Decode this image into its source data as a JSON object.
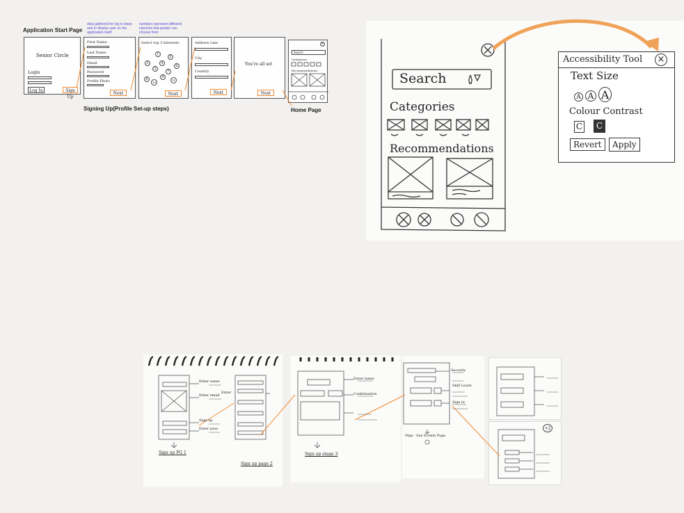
{
  "flow": {
    "start_label": "Application Start Page",
    "signup_label": "Signing Up(Profile Set-up steps)",
    "home_label": "Home Page",
    "note_login": "data gathered for log in steps and to display user on the application itself",
    "note_interests": "numbers represent different interests that people can choose from",
    "start": {
      "app_name": "Senior Circle",
      "login": "Login",
      "login_btn": "Log In",
      "signup_btn": "Sign Up"
    },
    "step1": {
      "fields": [
        "First Name",
        "Last Name",
        "Email",
        "Password",
        "Profile Photo"
      ],
      "next": "Next"
    },
    "step2": {
      "title": "Select top 3 Interests",
      "numbers": [
        "1",
        "2",
        "3",
        "4",
        "5",
        "6",
        "7",
        "8",
        "9",
        "10",
        "11"
      ],
      "next": "Next"
    },
    "step3": {
      "fields": [
        "Address Line",
        "City",
        "Country"
      ],
      "next": "Next"
    },
    "step4": {
      "title": "You're all set",
      "next": "Next"
    },
    "home_small": {
      "search": "Search",
      "categories": "Categories",
      "recommendations": "Recommendations"
    }
  },
  "home": {
    "search": "Search",
    "categories": "Categories",
    "recommendations": "Recommendations"
  },
  "accessibility": {
    "title": "Accessibility Tool",
    "text_size": "Text Size",
    "sizes": [
      "A",
      "A",
      "A"
    ],
    "colour_contrast": "Colour Contrast",
    "contrast_light": "C",
    "contrast_dark": "C",
    "revert": "Revert",
    "apply": "Apply"
  },
  "sketches": {
    "s1": {
      "ann": [
        "Enter name",
        "Enter email",
        "Sign up",
        "Enter pass"
      ],
      "caption": "Sign up PG 1"
    },
    "s2": {
      "caption": "Sign up page 2",
      "ann": [
        "Enter"
      ]
    },
    "s3": {
      "ann": [
        "Enter name",
        "Confirmation"
      ],
      "caption": "Sign up stage 3"
    },
    "s4": {
      "ann": [
        "Security",
        "Skill Learn",
        "Sign in"
      ],
      "caption": "Map - See Events Page"
    },
    "s5": {
      "badge": "+2"
    }
  },
  "colors": {
    "accent": "#f0892f",
    "ink": "#222222",
    "note": "#5a4ad0",
    "page_bg": "#f2f1ef"
  }
}
